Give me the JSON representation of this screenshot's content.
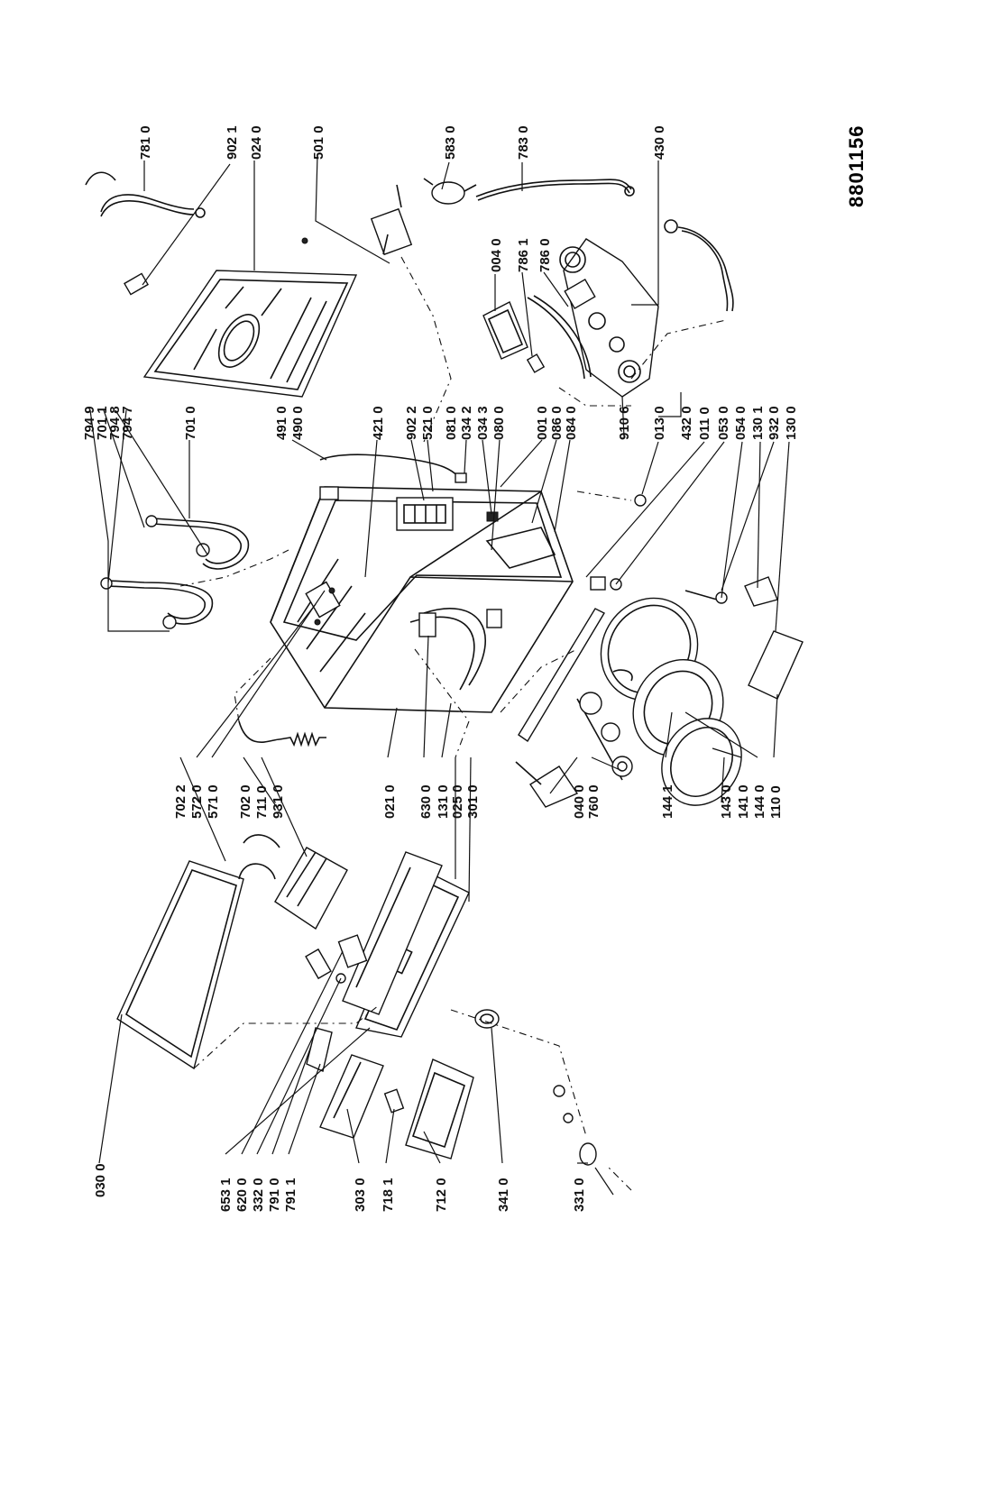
{
  "document_ref": "8801156",
  "labels": [
    {
      "id": "030-0",
      "text": "030 0"
    },
    {
      "id": "653-1",
      "text": "653 1"
    },
    {
      "id": "620-0",
      "text": "620 0"
    },
    {
      "id": "332-0",
      "text": "332 0"
    },
    {
      "id": "791-0",
      "text": "791 0"
    },
    {
      "id": "791-1",
      "text": "791 1"
    },
    {
      "id": "303-0",
      "text": "303 0"
    },
    {
      "id": "718-1",
      "text": "718 1"
    },
    {
      "id": "712-0",
      "text": "712 0"
    },
    {
      "id": "341-0",
      "text": "341 0"
    },
    {
      "id": "331-0",
      "text": "331 0"
    },
    {
      "id": "702-2",
      "text": "702 2"
    },
    {
      "id": "572-0",
      "text": "572 0"
    },
    {
      "id": "571-0",
      "text": "571 0"
    },
    {
      "id": "702-0",
      "text": "702 0"
    },
    {
      "id": "711-0",
      "text": "711 0"
    },
    {
      "id": "931-0",
      "text": "931 0"
    },
    {
      "id": "021-0",
      "text": "021 0"
    },
    {
      "id": "630-0",
      "text": "630 0"
    },
    {
      "id": "131-0",
      "text": "131 0"
    },
    {
      "id": "025-0",
      "text": "025 0"
    },
    {
      "id": "301-0",
      "text": "301 0"
    },
    {
      "id": "040-0",
      "text": "040 0"
    },
    {
      "id": "760-0",
      "text": "760 0"
    },
    {
      "id": "144-1",
      "text": "144 1"
    },
    {
      "id": "143-0",
      "text": "143 0"
    },
    {
      "id": "141-0",
      "text": "141 0"
    },
    {
      "id": "144-0",
      "text": "144 0"
    },
    {
      "id": "110-0",
      "text": "110 0"
    },
    {
      "id": "794-9",
      "text": "794 9"
    },
    {
      "id": "701-1",
      "text": "701 1"
    },
    {
      "id": "794-8",
      "text": "794 8"
    },
    {
      "id": "794-7",
      "text": "794 7"
    },
    {
      "id": "701-0",
      "text": "701 0"
    },
    {
      "id": "491-0",
      "text": "491 0"
    },
    {
      "id": "490-0",
      "text": "490 0"
    },
    {
      "id": "421-0",
      "text": "421 0"
    },
    {
      "id": "902-2",
      "text": "902 2"
    },
    {
      "id": "521-0",
      "text": "521 0"
    },
    {
      "id": "081-0",
      "text": "081 0"
    },
    {
      "id": "034-2",
      "text": "034 2"
    },
    {
      "id": "034-3",
      "text": "034 3"
    },
    {
      "id": "080-0",
      "text": "080 0"
    },
    {
      "id": "001-0",
      "text": "001 0"
    },
    {
      "id": "086-0",
      "text": "086 0"
    },
    {
      "id": "084-0",
      "text": "084 0"
    },
    {
      "id": "910-6",
      "text": "910 6"
    },
    {
      "id": "013-0",
      "text": "013 0"
    },
    {
      "id": "432-0",
      "text": "432 0"
    },
    {
      "id": "011-0",
      "text": "011 0"
    },
    {
      "id": "053-0",
      "text": "053 0"
    },
    {
      "id": "054-0",
      "text": "054 0"
    },
    {
      "id": "130-1",
      "text": "130 1"
    },
    {
      "id": "932-0",
      "text": "932 0"
    },
    {
      "id": "130-0",
      "text": "130 0"
    },
    {
      "id": "781-0",
      "text": "781 0"
    },
    {
      "id": "902-1",
      "text": "902 1"
    },
    {
      "id": "024-0",
      "text": "024 0"
    },
    {
      "id": "501-0",
      "text": "501 0"
    },
    {
      "id": "583-0",
      "text": "583 0"
    },
    {
      "id": "783-0",
      "text": "783 0"
    },
    {
      "id": "430-0",
      "text": "430 0"
    },
    {
      "id": "004-0",
      "text": "004 0"
    },
    {
      "id": "786-1",
      "text": "786 1"
    },
    {
      "id": "786-0",
      "text": "786 0"
    }
  ]
}
